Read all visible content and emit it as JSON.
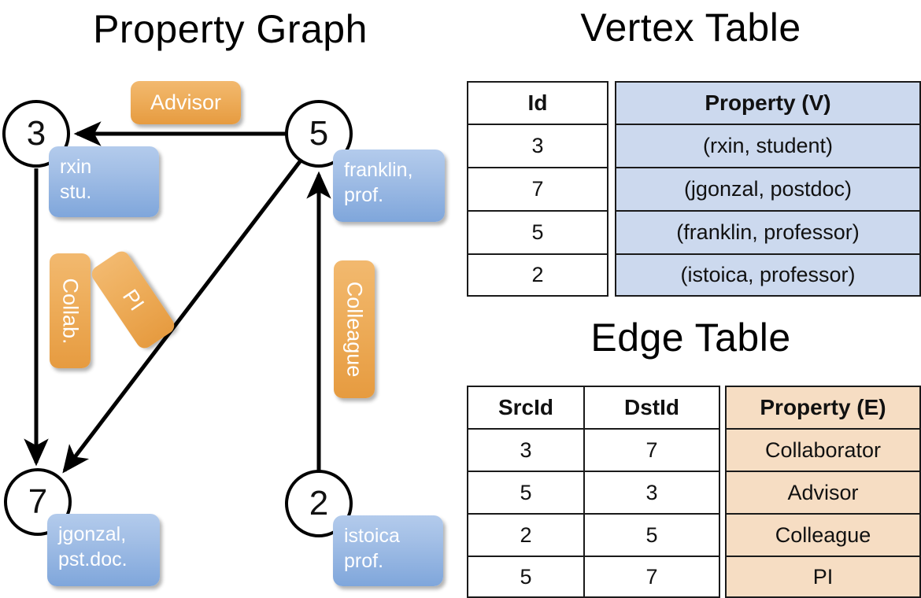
{
  "titles": {
    "property_graph": "Property Graph",
    "vertex_table": "Vertex Table",
    "edge_table": "Edge Table"
  },
  "graph": {
    "nodes": [
      {
        "id": "3",
        "property": "rxin\nstu."
      },
      {
        "id": "5",
        "property": "franklin,\nprof."
      },
      {
        "id": "7",
        "property": "jgonzal,\npst.doc."
      },
      {
        "id": "2",
        "property": "istoica\nprof."
      }
    ],
    "node_labels": {
      "n3": "3",
      "n5": "5",
      "n7": "7",
      "n2": "2"
    },
    "property_boxes": {
      "rxin_line1": "rxin",
      "rxin_line2": "stu.",
      "franklin_line1": "franklin,",
      "franklin_line2": "prof.",
      "jgonzal_line1": "jgonzal,",
      "jgonzal_line2": "pst.doc.",
      "istoica_line1": "istoica",
      "istoica_line2": "prof."
    },
    "edge_labels": {
      "advisor": "Advisor",
      "collab": "Collab.",
      "pi": "PI",
      "colleague": "Colleague"
    },
    "edges": [
      {
        "from": "5",
        "to": "3",
        "label": "Advisor"
      },
      {
        "from": "3",
        "to": "7",
        "label": "Collab."
      },
      {
        "from": "5",
        "to": "7",
        "label": "PI"
      },
      {
        "from": "2",
        "to": "5",
        "label": "Colleague"
      }
    ]
  },
  "vertex_table": {
    "headers": {
      "id": "Id",
      "property": "Property (V)"
    },
    "rows": [
      {
        "id": "3",
        "property": "(rxin, student)"
      },
      {
        "id": "7",
        "property": "(jgonzal, postdoc)"
      },
      {
        "id": "5",
        "property": "(franklin, professor)"
      },
      {
        "id": "2",
        "property": "(istoica, professor)"
      }
    ]
  },
  "edge_table": {
    "headers": {
      "src": "SrcId",
      "dst": "DstId",
      "property": "Property (E)"
    },
    "rows": [
      {
        "src": "3",
        "dst": "7",
        "property": "Collaborator"
      },
      {
        "src": "5",
        "dst": "3",
        "property": "Advisor"
      },
      {
        "src": "2",
        "dst": "5",
        "property": "Colleague"
      },
      {
        "src": "5",
        "dst": "7",
        "property": "PI"
      }
    ]
  },
  "colors": {
    "vertex_property_fill": "#ccd9ee",
    "edge_property_fill": "#f6ddc3",
    "node_box_blue": "#7fa6db",
    "edge_label_orange": "#e69b40",
    "stroke": "#000000"
  }
}
